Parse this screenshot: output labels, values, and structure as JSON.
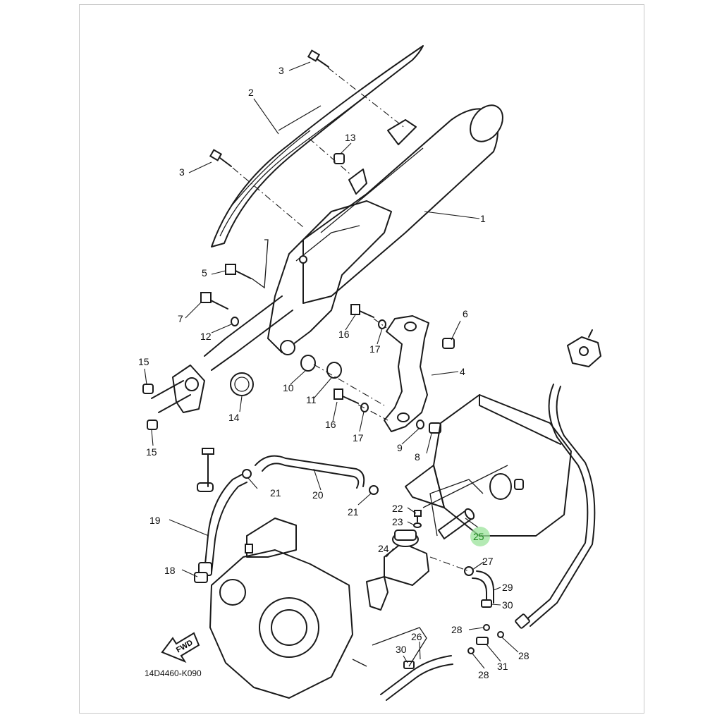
{
  "diagram": {
    "drawing_code": "14D4460-K090",
    "direction_label": "FWD",
    "highlight_color": "#7fdc7f",
    "highlighted_callout": "25",
    "callouts": {
      "c1": "1",
      "c2": "2",
      "c3a": "3",
      "c3b": "3",
      "c4": "4",
      "c5": "5",
      "c6": "6",
      "c7": "7",
      "c8": "8",
      "c9": "9",
      "c10": "10",
      "c11": "11",
      "c12": "12",
      "c13": "13",
      "c14": "14",
      "c15a": "15",
      "c15b": "15",
      "c16a": "16",
      "c16b": "16",
      "c17a": "17",
      "c17b": "17",
      "c18": "18",
      "c19": "19",
      "c20": "20",
      "c21a": "21",
      "c21b": "21",
      "c22": "22",
      "c23": "23",
      "c24": "24",
      "c25": "25",
      "c26": "26",
      "c27": "27",
      "c28a": "28",
      "c28b": "28",
      "c28c": "28",
      "c29": "29",
      "c30a": "30",
      "c30b": "30",
      "c31": "31"
    }
  }
}
